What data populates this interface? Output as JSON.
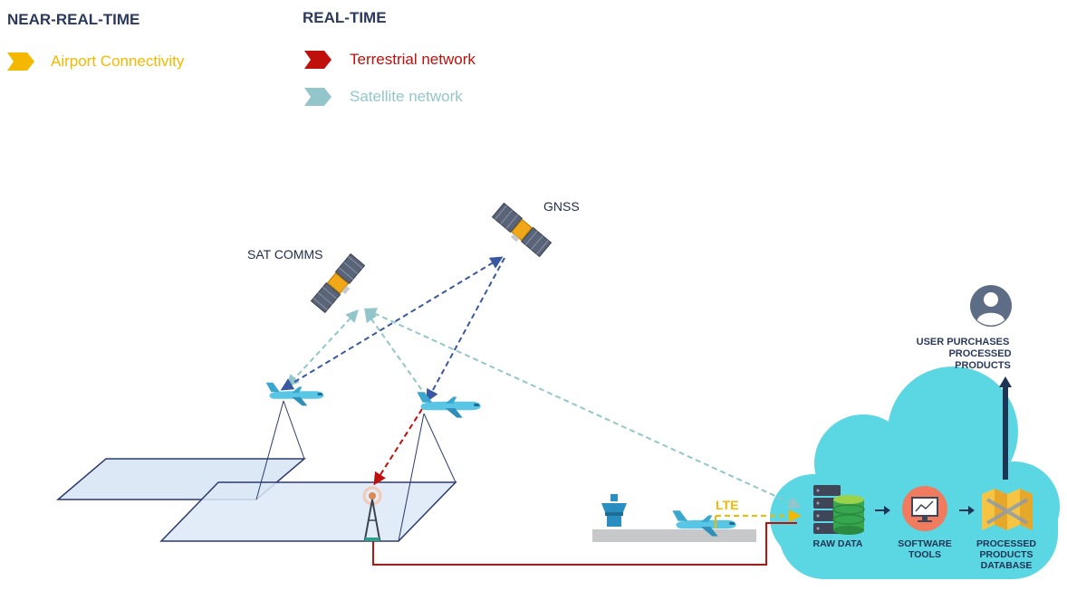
{
  "legend": {
    "near_real_time": {
      "heading": "NEAR-REAL-TIME",
      "items": [
        {
          "label": "Airport Connectivity",
          "color": "#f5b800"
        }
      ]
    },
    "real_time": {
      "heading": "REAL-TIME",
      "items": [
        {
          "label": "Terrestrial network",
          "color": "#c0100c"
        },
        {
          "label": "Satellite network",
          "color": "#93c6ca"
        }
      ]
    }
  },
  "satellites": {
    "sat_comms": "SAT COMMS",
    "gnss": "GNSS"
  },
  "airport": {
    "link_label": "LTE"
  },
  "cloud": {
    "raw_data": "RAW DATA",
    "software_tools": [
      "SOFTWARE",
      "TOOLS"
    ],
    "processed_db": [
      "PROCESSED",
      "PRODUCTS",
      "DATABASE"
    ],
    "color": "#5bd6e3"
  },
  "user": {
    "label": [
      "USER PURCHASES",
      "PROCESSED",
      "PRODUCTS"
    ]
  },
  "colors": {
    "dark_link": "#3a58a0",
    "sat_link": "#93c6ca",
    "terrestrial": "#c0100c",
    "airport": "#f5b800",
    "ground_plane": "#dde8f7",
    "plane_outline": "#2b3a6e"
  }
}
